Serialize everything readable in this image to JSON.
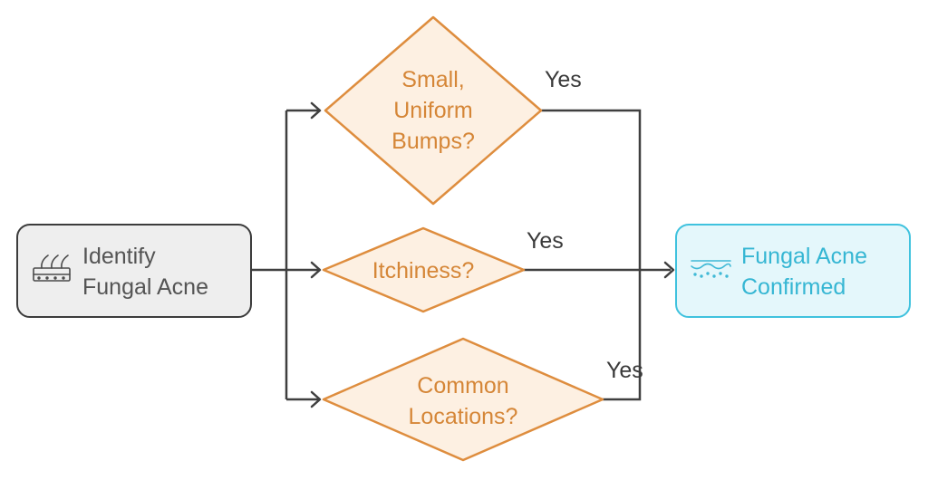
{
  "colors": {
    "edge": "#3f3f3f",
    "start_fill": "#eeeeee",
    "start_stroke": "#3c3c3c",
    "start_text": "#545454",
    "decision_fill": "#fdf0e2",
    "decision_stroke": "#de8d3e",
    "decision_text": "#d58637",
    "end_fill": "#e4f7fb",
    "end_stroke": "#3fc2de",
    "end_text": "#35b6d3",
    "yes_text": "#3a3a3a"
  },
  "start": {
    "icon": "skin-pores-icon",
    "line1": "Identify",
    "line2": "Fungal Acne"
  },
  "decisions": {
    "small_bumps": {
      "line1": "Small,",
      "line2": "Uniform",
      "line3": "Bumps?"
    },
    "itchiness": {
      "line1": "Itchiness?"
    },
    "locations": {
      "line1": "Common",
      "line2": "Locations?"
    }
  },
  "end": {
    "icon": "skin-layer-icon",
    "line1": "Fungal Acne",
    "line2": "Confirmed"
  },
  "edge_labels": {
    "yes_small_bumps": "Yes",
    "yes_itchiness": "Yes",
    "yes_locations": "Yes"
  }
}
